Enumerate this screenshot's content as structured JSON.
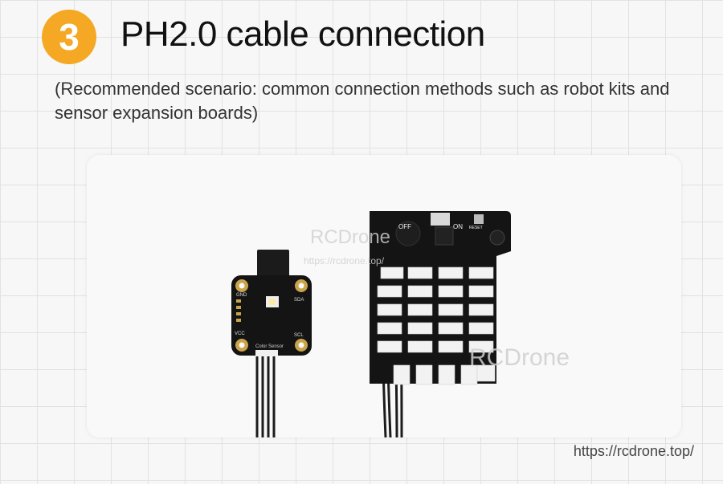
{
  "header": {
    "step_number": "3",
    "title": "PH2.0 cable connection",
    "subtitle": "(Recommended scenario: common connection methods such as robot kits and sensor expansion boards)"
  },
  "photo": {
    "watermark_brand": "RCDrone",
    "watermark_url": "https://rcdrone.top/",
    "watermark_brand_2": "RCDrone",
    "sensor": {
      "label_gnd": "GND",
      "label_vcc": "VCC",
      "label_sda": "SDA",
      "label_scl": "SCL",
      "label_name": "Color Sensor"
    },
    "board": {
      "label_off": "OFF",
      "label_on": "ON",
      "label_reset": "RESET"
    }
  },
  "footer": {
    "url": "https://rcdrone.top/"
  },
  "colors": {
    "badge": "#f4a823",
    "pcb": "#141414",
    "gold_pad": "#c9a44a",
    "connector": "#f2f2f2"
  }
}
